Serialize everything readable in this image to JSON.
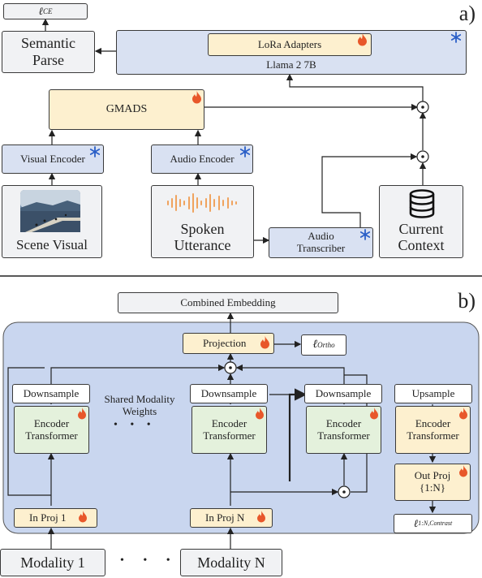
{
  "panel_a": {
    "label": "a)",
    "loss_ce": "ℓ",
    "loss_ce_sub": "CE",
    "semantic_parse": [
      "Semantic",
      "Parse"
    ],
    "lora": "LoRa Adapters",
    "llama": "Llama 2 7B",
    "gmads": "GMADS",
    "visual_encoder": "Visual Encoder",
    "audio_encoder": "Audio Encoder",
    "scene_visual": "Scene Visual",
    "spoken_utterance": [
      "Spoken",
      "Utterance"
    ],
    "audio_transcriber": [
      "Audio",
      "Transcriber"
    ],
    "current_context": [
      "Current",
      "Context"
    ]
  },
  "panel_b": {
    "label": "b)",
    "combined_embedding": "Combined Embedding",
    "projection": "Projection",
    "loss_ortho": "ℓ",
    "loss_ortho_sub": "Ortho",
    "downsample": "Downsample",
    "upsample": "Upsample",
    "shared_weights": [
      "Shared Modality",
      "Weights"
    ],
    "encoder_transformer": [
      "Encoder",
      "Transformer"
    ],
    "out_proj": [
      "Out Proj",
      "{1:N}"
    ],
    "in_proj_1": "In Proj 1",
    "in_proj_n": "In Proj N",
    "loss_contrast": "ℓ",
    "loss_contrast_sub": "1:N,Contrast",
    "modality_1": "Modality 1",
    "modality_n": "Modality N",
    "dots": "• • •"
  },
  "colors": {
    "panel_bg": "#c9d6ef",
    "frozen": "#2b5fc7",
    "fire": "#e8572a"
  },
  "icons": [
    "fire-icon",
    "snowflake-icon",
    "database-icon",
    "waveform-icon",
    "scene-image",
    "product-icon"
  ]
}
